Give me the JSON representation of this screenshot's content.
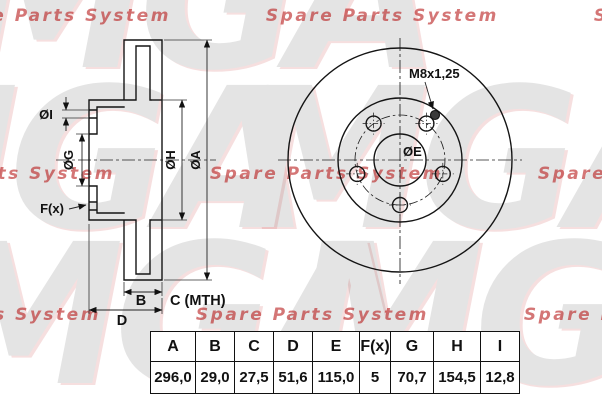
{
  "watermark": {
    "brand": "MGA",
    "slogan": "Spare Parts System"
  },
  "drawing": {
    "section_labels": {
      "dia_i": "ØI",
      "dia_g": "ØG",
      "f_x": "F(x)",
      "dia_h": "ØH",
      "dia_a": "ØA",
      "b": "B",
      "c_mth": "C (MTH)",
      "d": "D"
    },
    "front_labels": {
      "thread": "M8x1,25",
      "dia_e": "ØE"
    }
  },
  "table": {
    "headers": [
      "A",
      "B",
      "C",
      "D",
      "E",
      "F(x)",
      "G",
      "H",
      "I"
    ],
    "values": [
      "296,0",
      "29,0",
      "27,5",
      "51,6",
      "115,0",
      "5",
      "70,7",
      "154,5",
      "12,8"
    ]
  }
}
